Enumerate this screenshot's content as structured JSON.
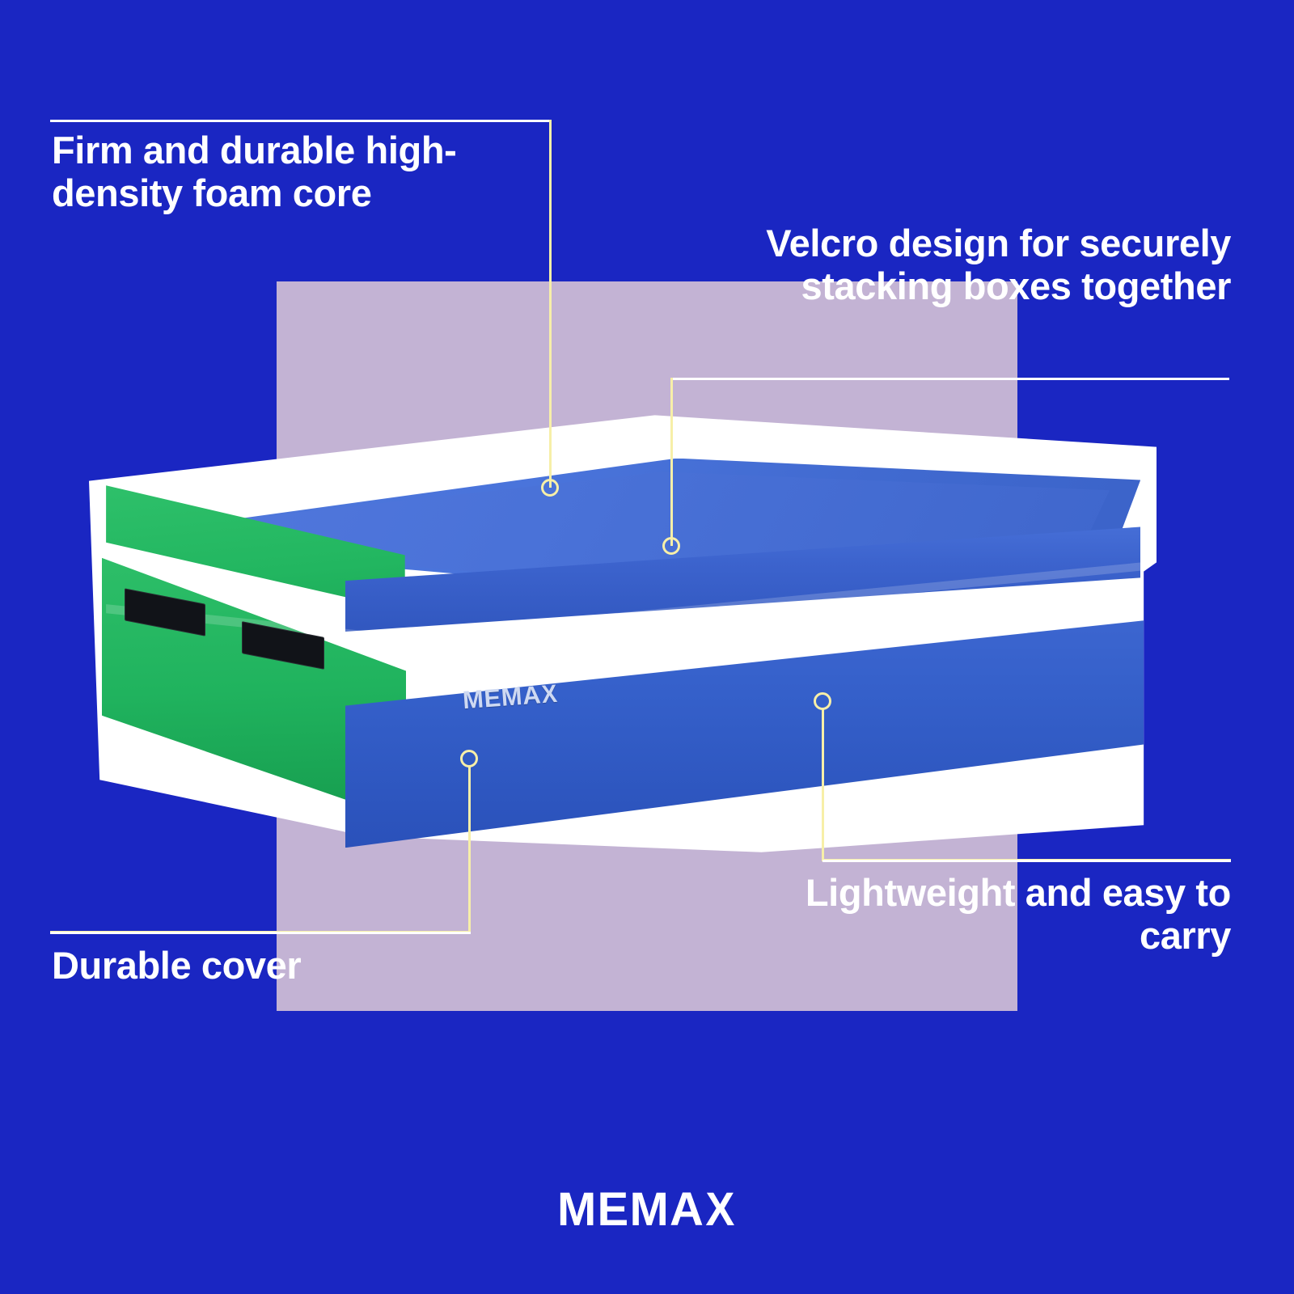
{
  "page": {
    "background_color": "#1a26c2",
    "accent_block_color": "#c3b3d4",
    "leader_line_color": "#f7efa8",
    "rule_color": "#ffffff",
    "text_color": "#ffffff"
  },
  "callouts": [
    {
      "id": "foam-core",
      "text": "Firm and durable high-density foam core",
      "position": "top-left",
      "align": "left"
    },
    {
      "id": "velcro-design",
      "text": "Velcro design for securely stacking boxes together",
      "position": "top-right",
      "align": "right"
    },
    {
      "id": "durable-cover",
      "text": "Durable cover",
      "position": "bottom-left",
      "align": "left"
    },
    {
      "id": "lightweight",
      "text": "Lightweight and easy to carry",
      "position": "bottom-right",
      "align": "right"
    }
  ],
  "product": {
    "brand_on_box": "MEMA",
    "brand_on_box_x": "X",
    "top_surface_color": "#4a72d8",
    "side_panel_color": "#20b35e",
    "front_panel_color": "#3560ca",
    "trim_color": "#1b2140",
    "handle_color": "#111318"
  },
  "footer": {
    "logo": "MEMA",
    "logo_x": "X"
  }
}
